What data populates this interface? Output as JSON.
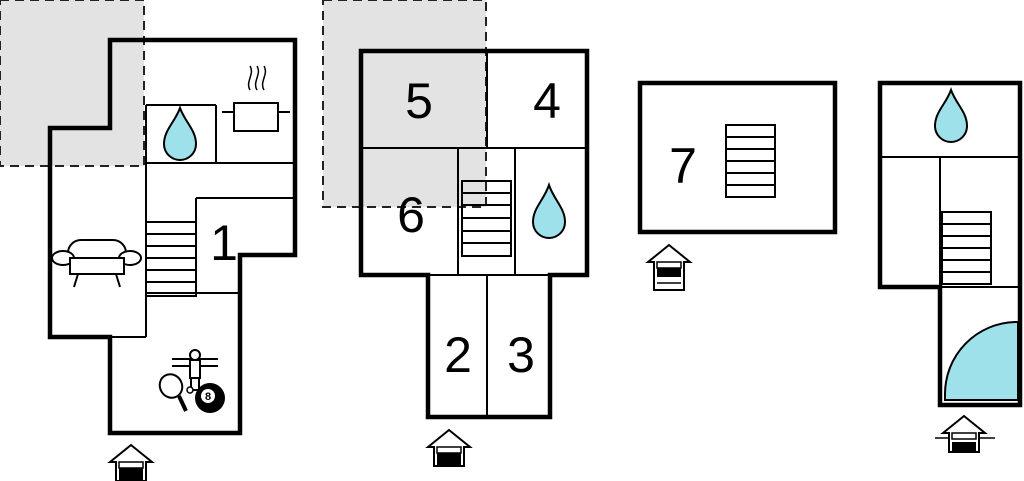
{
  "rooms": [
    {
      "id": "room-1",
      "label": "1"
    },
    {
      "id": "room-2",
      "label": "2"
    },
    {
      "id": "room-3",
      "label": "3"
    },
    {
      "id": "room-4",
      "label": "4"
    },
    {
      "id": "room-5",
      "label": "5"
    },
    {
      "id": "room-6",
      "label": "6"
    },
    {
      "id": "room-7",
      "label": "7"
    }
  ],
  "icons": {
    "water": "water-drop-icon",
    "cooking": "cooking-pot-icon",
    "sofa": "sofa-icon",
    "stairs": "stairs-icon",
    "table_tennis": "table-tennis-icon",
    "foosball": "foosball-icon",
    "billiards": "billiard-ball-icon",
    "shower": "shower-icon",
    "entrance": "entrance-arrow-icon"
  },
  "billiard_ball_label": "8",
  "colors": {
    "water": "#9fe1ea",
    "terrace": "#e3e3e3",
    "wall": "#000000"
  }
}
